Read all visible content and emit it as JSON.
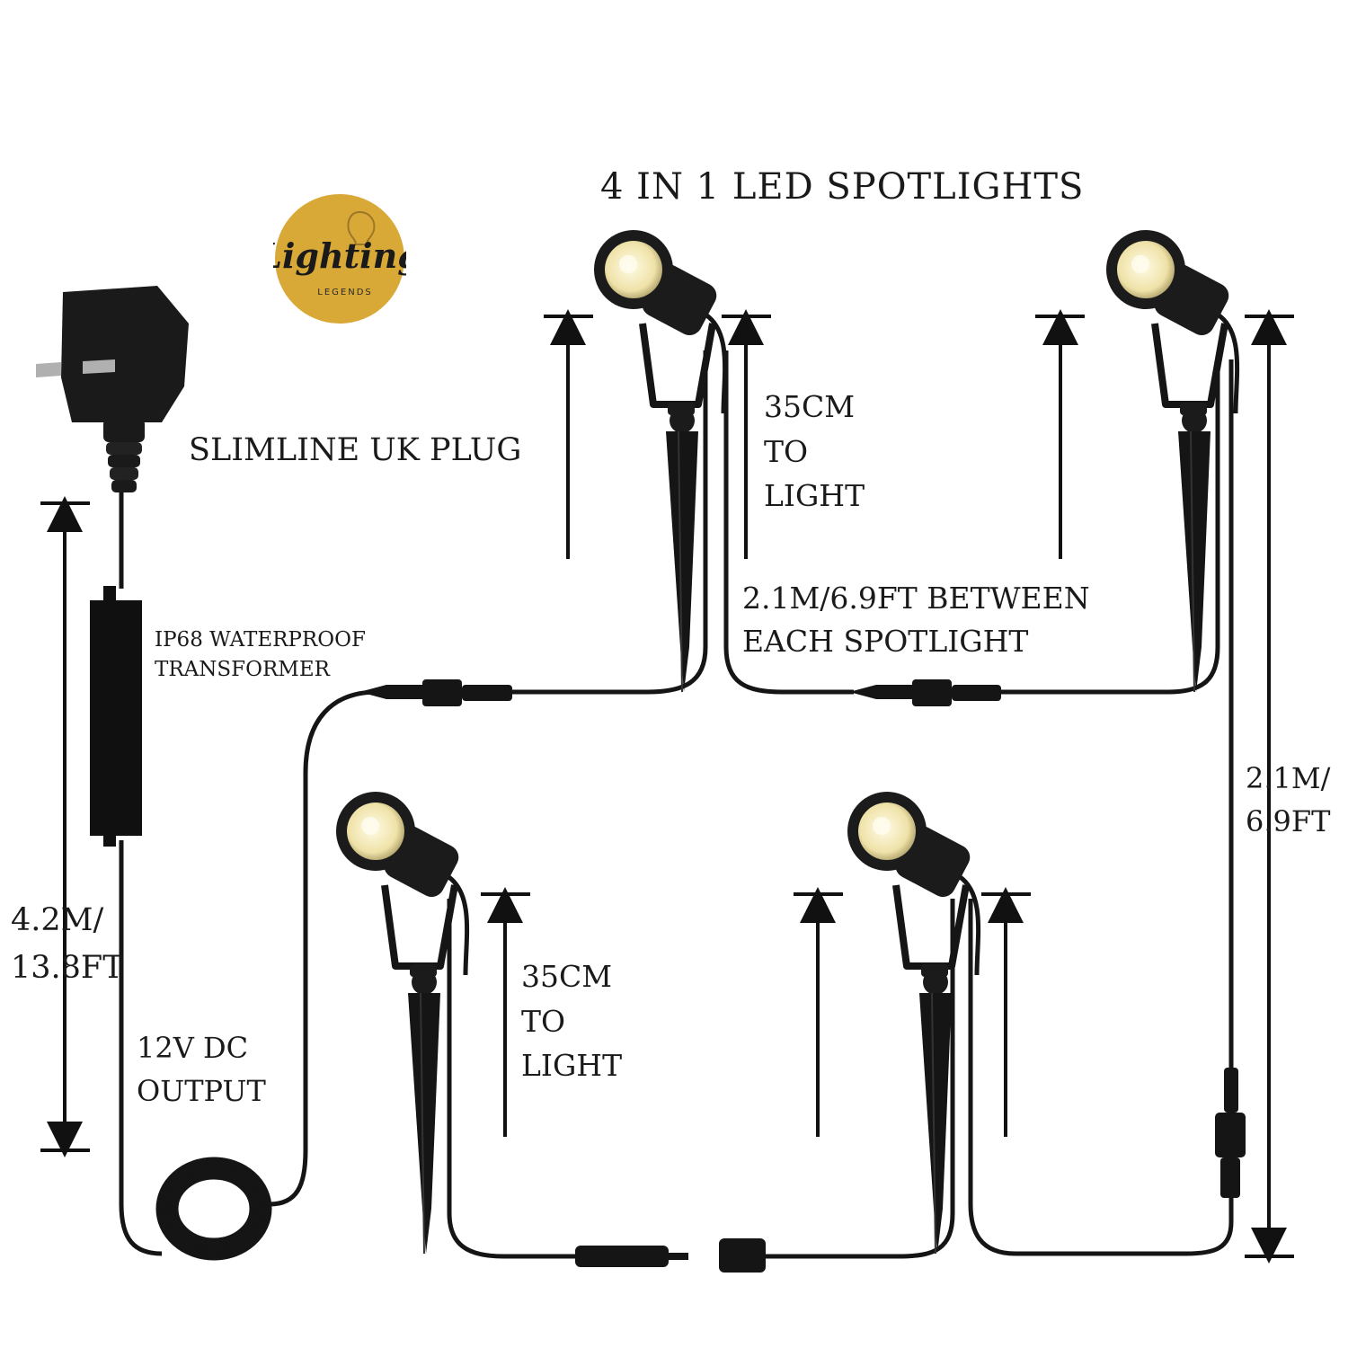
{
  "title": "4 IN 1 LED SPOTLIGHTS",
  "plug": {
    "label": "SLIMLINE UK PLUG"
  },
  "transformer": {
    "line1": "IP68 WATERPROOF",
    "line2": "TRANSFORMER"
  },
  "output": {
    "line1": "12V DC",
    "line2": "OUTPUT"
  },
  "main_cable": {
    "line1": "4.2M/",
    "line2": "13.8FT"
  },
  "light_distance_top": {
    "line1": "35CM",
    "line2": "TO",
    "line3": "LIGHT"
  },
  "light_distance_bottom": {
    "line1": "35CM",
    "line2": "TO",
    "line3": "LIGHT"
  },
  "spacing": {
    "line1": "2.1M/6.9FT BETWEEN",
    "line2": "EACH SPOTLIGHT"
  },
  "side_cable": {
    "line1": "2.1M/",
    "line2": "6.9FT"
  },
  "logo": {
    "text": "Lighting",
    "subtext": "LEGENDS",
    "color": "#d9a938"
  },
  "colors": {
    "ink": "#111111",
    "lens": "#f3ebc2",
    "cable": "#151515"
  }
}
